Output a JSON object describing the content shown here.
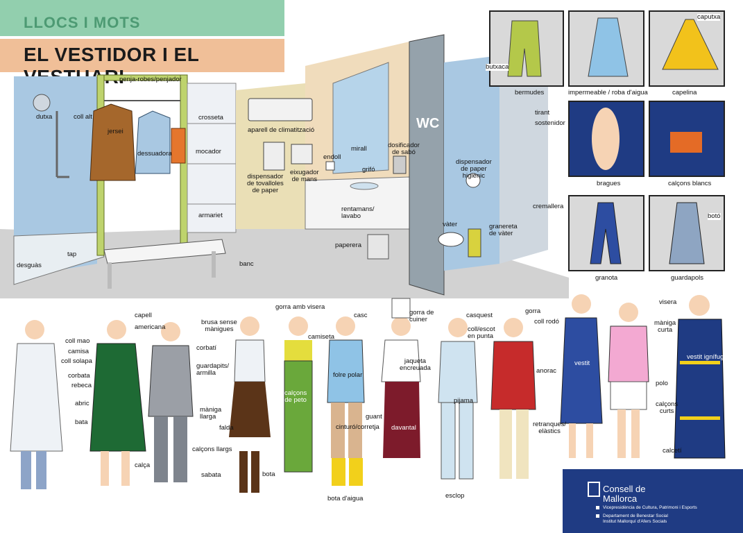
{
  "header": {
    "series_title": "LLOCS I MOTS",
    "page_title": "EL VESTIDOR I EL VESTUARI"
  },
  "colors": {
    "series_band": "#92cfae",
    "title_band": "#f0bf98",
    "panel_blue": "#1f3b83",
    "panel_gray": "#d9d9d9"
  },
  "room_labels": {
    "penja_robes": "penja-robes/penjador",
    "dutxa": "dutxa",
    "coll_alt": "coll alt",
    "jersei": "jersei",
    "dessuadora": "dessuadora",
    "crosseta": "crosseta",
    "mocador": "mocador",
    "armariet": "armariet",
    "desguas": "desguàs",
    "tap": "tap",
    "banc": "banc",
    "climatitzacio": "aparell de climatització",
    "dispensador_tovalloles": "dispensador\nde tovalloles\nde paper",
    "eixugador": "eixugador\nde mans",
    "endoll": "endoll",
    "mirall": "mirall",
    "grifo": "grifó",
    "dosificador": "dosificador\nde sabó",
    "rentamans": "rentamans/\nlavabo",
    "paperera": "paperera",
    "wc": "WC",
    "dispensador_higienic": "dispensador\nde paper\nhigiènic",
    "vater": "vàter",
    "granereta": "granereta\nde vàter"
  },
  "panel_labels": {
    "butxaca": "butxaca",
    "bermudes": "bermudes",
    "impermeable": "impermeable / roba d'aigua",
    "caputxa": "caputxa",
    "capelina": "capelina",
    "tirant": "tirant",
    "sostenidor": "sostenidor",
    "bragues": "bragues",
    "calcons_blancs": "calçons blancs",
    "cremallera": "cremallera",
    "granota": "granota",
    "boto": "botó",
    "guardapols": "guardapols"
  },
  "people_labels": {
    "coll_mao": "coll mao",
    "camisa": "camisa",
    "coll_solapa": "coll solapa",
    "corbata": "corbata",
    "rebeca": "rebeca",
    "abric": "abric",
    "bata": "bata",
    "capell": "capell",
    "americana": "americana",
    "corbati": "corbatí",
    "guardapits": "guardapits/\narmilla",
    "maniga_llarga": "màniga\nllarga",
    "calcons_llargs": "calçons llargs",
    "calca": "calça",
    "sabata": "sabata",
    "brusa": "brusa sense\nmànigues",
    "falda": "falda",
    "bota": "bota",
    "gorra_visera": "gorra amb visera",
    "camiseta": "camiseta",
    "calcons_peto": "calçons\nde peto",
    "casc": "casc",
    "folre_polar": "folre polar",
    "guant": "guant",
    "cinturo": "cinturó/corretja",
    "bota_aigua": "bota d'aigua",
    "gorra_cuiner": "gorra de\ncuiner",
    "jaqueta": "jaqueta\nencreuada",
    "davantal": "davantal",
    "casquest": "casquest",
    "coll_escot": "coll/escot\nen punta",
    "pijama": "pijama",
    "esclop": "esclop",
    "gorra": "gorra",
    "coll_rodo": "coll rodó",
    "anorac": "anorac",
    "retranques": "retranques/\nelàstics",
    "vestit": "vestit",
    "visera": "visera",
    "maniga_curta": "màniga\ncurta",
    "polo": "polo",
    "calcons_curts": "calçons\ncurts",
    "calceti": "calcetí",
    "vestit_ignifug": "vestit ignífug"
  },
  "logo": {
    "org_name": "Consell de\nMallorca",
    "line1": "Vicepresidència de Cultura, Patrimoni i Esports",
    "line2": "Departament de Benestar Social",
    "line3": "Institut Mallorquí d'Afers Socials"
  }
}
